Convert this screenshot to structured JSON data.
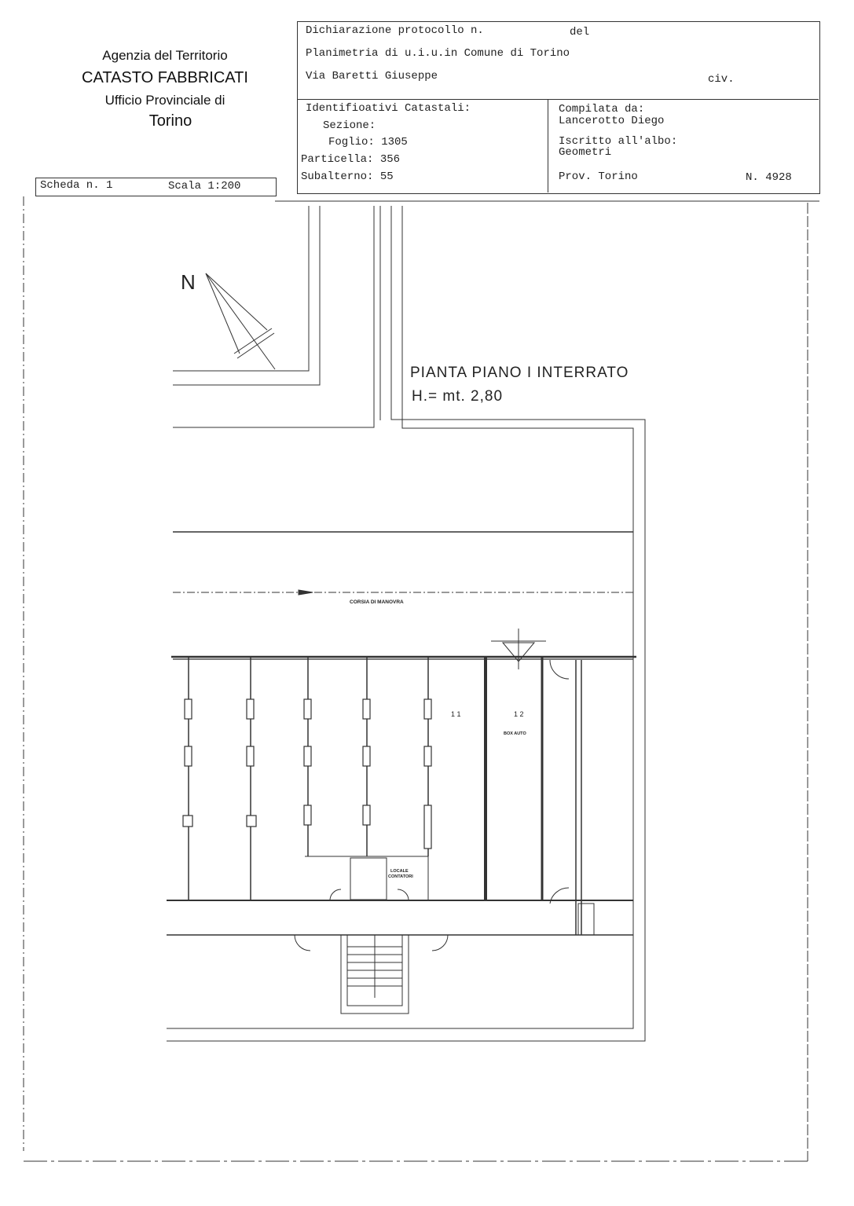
{
  "agency": {
    "line1": "Agenzia del Territorio",
    "line2": "CATASTO FABBRICATI",
    "line3": "Ufficio Provinciale di",
    "line4": "Torino"
  },
  "header": {
    "protocol_label": "Dichiarazione protocollo n.",
    "del_label": "del",
    "planimetria": "Planimetria di u.i.u.in Comune di Torino",
    "address": "Via Baretti Giuseppe",
    "civ_label": "civ.",
    "identificativi_label": "Identifioativi Catastali:",
    "sezione": "Sezione:",
    "foglio": "Foglio: 1305",
    "particella": "Particella: 356",
    "subalterno": "Subalterno: 55",
    "compilata_label": "Compilata da:",
    "compilata_name": "Lancerotto Diego",
    "iscritto_label": "Iscritto all'albo:",
    "iscritto_value": "Geometri",
    "prov": "Prov. Torino",
    "numero": "N.  4928"
  },
  "scheda": {
    "scheda": "Scheda n. 1",
    "scala": "Scala 1:200"
  },
  "plan": {
    "north": "N",
    "title": "PIANTA  PIANO  I  INTERRATO",
    "height": "H.=  mt.  2,80",
    "corsia": "CORSIA DI MANOVRA",
    "unit11": "1 1",
    "unit12": "1 2",
    "box_auto": "BOX AUTO",
    "locale1": "LOCALE",
    "locale2": "CONTATORI"
  }
}
